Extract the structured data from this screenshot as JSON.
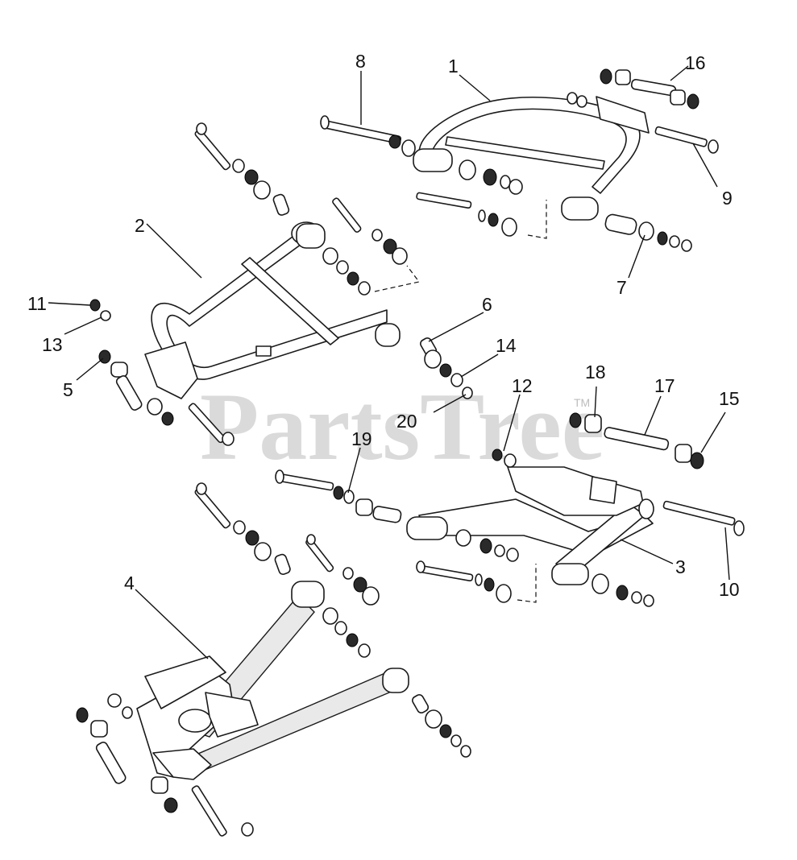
{
  "watermark": {
    "text": "PartsTree",
    "tm": "TM"
  },
  "callouts": [
    "1",
    "2",
    "3",
    "4",
    "5",
    "6",
    "7",
    "8",
    "9",
    "10",
    "11",
    "12",
    "13",
    "14",
    "15",
    "16",
    "17",
    "18",
    "19",
    "20"
  ]
}
